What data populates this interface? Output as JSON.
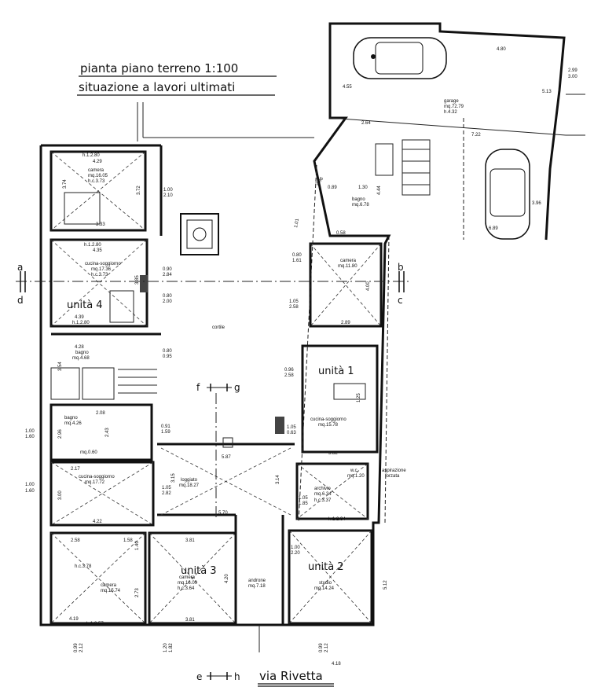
{
  "title_line1": "pianta piano terreno 1:100",
  "title_line2": "situazione a lavori ultimati",
  "street": "via Rivetta",
  "section_marks": {
    "a": "a",
    "b": "b",
    "c": "c",
    "d": "d",
    "e": "e",
    "f": "f",
    "g": "g",
    "h": "h"
  },
  "units": {
    "u1": "unità 1",
    "u2": "unità 2",
    "u3": "unità 3",
    "u4": "unità 4"
  },
  "courtyard": "cortile",
  "garage": {
    "name": "garage",
    "area": "mq.72.79",
    "height": "h.4.32",
    "d1": "4.80",
    "d2": "4.55",
    "d3": "5.13",
    "d4": "2.99",
    "d5": "3.00",
    "d6": "2.64",
    "d7": "7.22",
    "d8": "3.96",
    "d9": "6.89"
  },
  "rooms": {
    "u4_camera": [
      "camera",
      "mq.16.05",
      "h.c.3.73"
    ],
    "u4_cucina": [
      "cucina-soggiorno",
      "mq.17.36",
      "h.c.3.73"
    ],
    "u4_bagno": [
      "bagno",
      "mq.4.68"
    ],
    "u1_camera": [
      "camera",
      "mq.11.80"
    ],
    "u1_bagno": [
      "bagno",
      "mq.6.78"
    ],
    "u1_cucina": [
      "cucina-soggiorno",
      "mq.15.78"
    ],
    "archivio": [
      "archivio",
      "mq.6.34",
      "h.c.3.37"
    ],
    "wc": [
      "w.c.",
      "mq.1.20"
    ],
    "aspirazione": [
      "aspirazione",
      "forzata"
    ],
    "bagno_w": [
      "bagno",
      "mq.4.26"
    ],
    "cucina_w": [
      "cucina-soggiorno",
      "mq.17.72"
    ],
    "loggiato": [
      "loggiato",
      "mq.18.27"
    ],
    "u3_camera_a": [
      "camera",
      "mq.15.74"
    ],
    "u3_camera_b": [
      "camera",
      "mq.16.00",
      "h.c.3.64"
    ],
    "androne": [
      "androne",
      "mq.7.18"
    ],
    "studio": [
      "studio",
      "mq.14.24"
    ]
  },
  "dims": {
    "h280a": "h.1.2.80",
    "d429": "4.29",
    "d374": "3.74",
    "d372": "3.72",
    "d100a": "1.00",
    "d210a": "2.10",
    "d333": "3.33",
    "h280b": "h.1.2.80",
    "d435": "4.35",
    "d090": "0.90",
    "d284": "2.84",
    "d385": "3.85",
    "d080a": "0.80",
    "d200a": "2.00",
    "d439": "4.39",
    "h280c": "h.1.2.80",
    "d428": "4.28",
    "d080b": "0.80",
    "d095": "0.95",
    "d354": "3.54",
    "d208": "2.08",
    "d091": "0.91",
    "d159": "1.59",
    "d100b": "1.00",
    "d160a": "1.60",
    "d296": "2.96",
    "d243": "2.43",
    "mq060": "mq.0.60",
    "d217": "2.17",
    "d100c": "1.00",
    "d160b": "1.60",
    "d300": "3.00",
    "d105a": "1.05",
    "d282": "2.82",
    "d422": "4.22",
    "d315": "3.15",
    "d587": "5.87",
    "d570": "5.70",
    "d258": "2.58",
    "d158": "1.58",
    "d140": "1.40",
    "hc378": "h.c.3.78",
    "d381a": "3.81",
    "d273": "2.73",
    "d420": "4.20",
    "d419": "4.19",
    "h257": "h.1.2.57",
    "d381b": "3.81",
    "d099a": "0.99",
    "d212a": "2.12",
    "d120": "1.20",
    "d182": "1.82",
    "d099b": "0.99",
    "d212b": "2.12",
    "d418": "4.18",
    "d512": "5.12",
    "d100d": "1.00",
    "d220": "2.20",
    "d105b": "1.05",
    "d185": "1.85",
    "d314": "3.14",
    "h234": "h.1.2.34",
    "d296b": "2.96",
    "d089": "0.89",
    "d058": "0.58",
    "d101": "1.01",
    "d130": "1.30",
    "d444": "4.44",
    "d080c": "0.80",
    "d161": "1.61",
    "d105c": "1.05",
    "d258b": "2.58",
    "d400": "4.00",
    "d289": "2.89",
    "d096": "0.96",
    "d258c": "2.58",
    "d125": "1.25",
    "d105d": "1.05",
    "d063": "0.63",
    "d382": "3.82"
  }
}
